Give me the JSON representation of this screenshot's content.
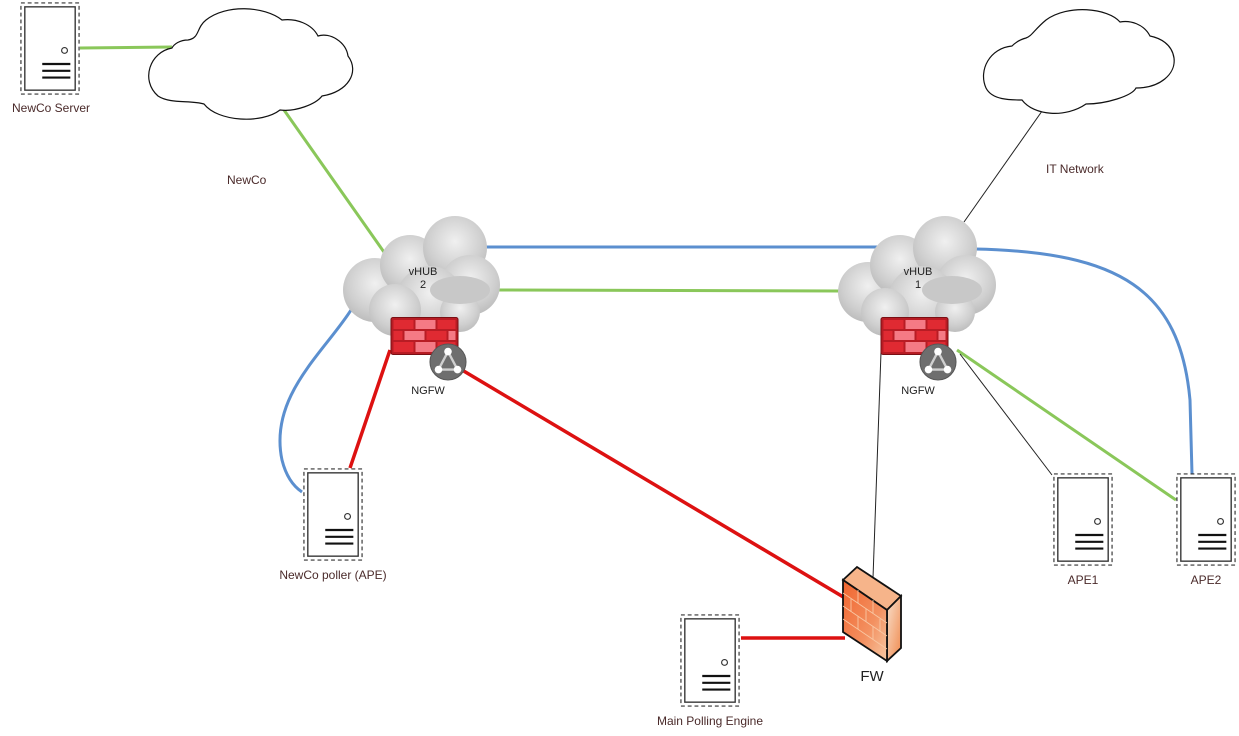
{
  "diagram": {
    "title": "",
    "colors": {
      "green_link": "#8ac75a",
      "blue_link": "#5b8fcf",
      "red_link": "#dd1111",
      "thin_link": "#222222",
      "label_text": "#4a2a2a"
    },
    "clouds": [
      {
        "id": "newco-cloud",
        "label": "NewCo"
      },
      {
        "id": "it-cloud",
        "label": "IT Network"
      }
    ],
    "hubs": [
      {
        "id": "vhub2",
        "label_line1": "vHUB",
        "label_line2": "2",
        "firewall_label": "NGFW"
      },
      {
        "id": "vhub1",
        "label_line1": "vHUB",
        "label_line2": "1",
        "firewall_label": "NGFW"
      }
    ],
    "servers": [
      {
        "id": "newco-server",
        "label": "NewCo Server"
      },
      {
        "id": "newco-poller",
        "label": "NewCo poller (APE)"
      },
      {
        "id": "main-polling-engine",
        "label": "Main Polling Engine"
      },
      {
        "id": "ape1",
        "label": "APE1"
      },
      {
        "id": "ape2",
        "label": "APE2"
      }
    ],
    "firewall": {
      "id": "fw",
      "label": "FW"
    },
    "links": [
      {
        "from": "newco-server",
        "to": "newco-cloud",
        "color": "green"
      },
      {
        "from": "newco-cloud",
        "to": "vhub2",
        "color": "green"
      },
      {
        "from": "vhub2",
        "to": "vhub1",
        "color": "blue"
      },
      {
        "from": "vhub2",
        "to": "vhub1",
        "color": "green"
      },
      {
        "from": "vhub2",
        "to": "newco-poller",
        "color": "blue"
      },
      {
        "from": "vhub2-ngfw",
        "to": "newco-poller",
        "color": "red"
      },
      {
        "from": "vhub2-ngfw",
        "to": "fw",
        "color": "red"
      },
      {
        "from": "main-polling-engine",
        "to": "fw",
        "color": "red"
      },
      {
        "from": "fw",
        "to": "vhub1-ngfw",
        "color": "thin"
      },
      {
        "from": "it-cloud",
        "to": "vhub1",
        "color": "thin"
      },
      {
        "from": "vhub1",
        "to": "ape2",
        "color": "blue"
      },
      {
        "from": "vhub1-ngfw",
        "to": "ape2",
        "color": "green"
      },
      {
        "from": "vhub1-ngfw",
        "to": "ape1",
        "color": "thin"
      }
    ]
  }
}
